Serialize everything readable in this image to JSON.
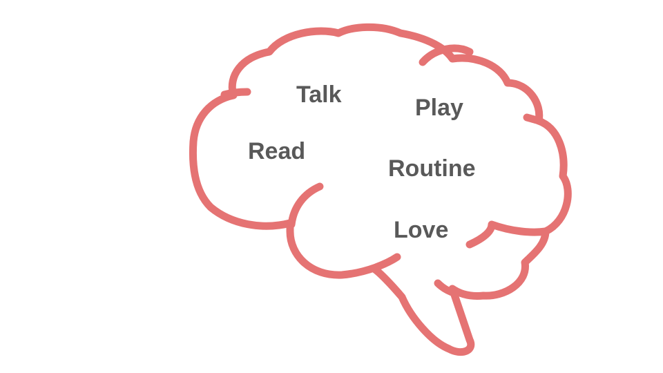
{
  "colors": {
    "outline": "#e57373",
    "text": "#595959",
    "background": "#ffffff"
  },
  "icons": {
    "brain": "brain-outline-icon"
  },
  "words": {
    "talk": "Talk",
    "play": "Play",
    "read": "Read",
    "routine": "Routine",
    "love": "Love"
  }
}
